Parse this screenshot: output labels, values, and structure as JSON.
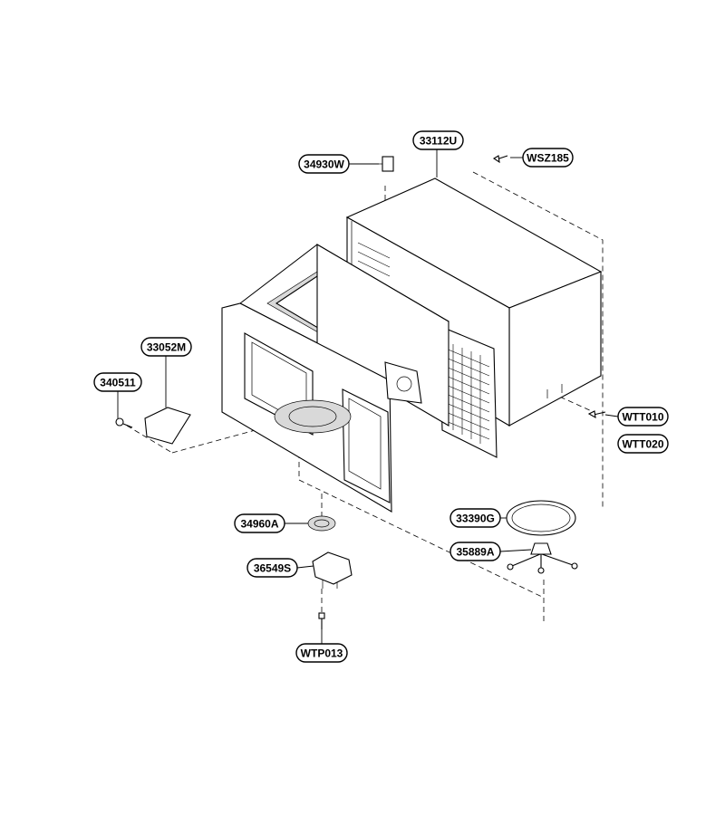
{
  "labels": [
    {
      "id": "34930W"
    },
    {
      "id": "33112U"
    },
    {
      "id": "WSZ185"
    },
    {
      "id": "33052M"
    },
    {
      "id": "340511"
    },
    {
      "id": "WTT010"
    },
    {
      "id": "WTT020"
    },
    {
      "id": "34960A"
    },
    {
      "id": "33390G"
    },
    {
      "id": "35889A"
    },
    {
      "id": "36549S"
    },
    {
      "id": "WTP013"
    }
  ]
}
